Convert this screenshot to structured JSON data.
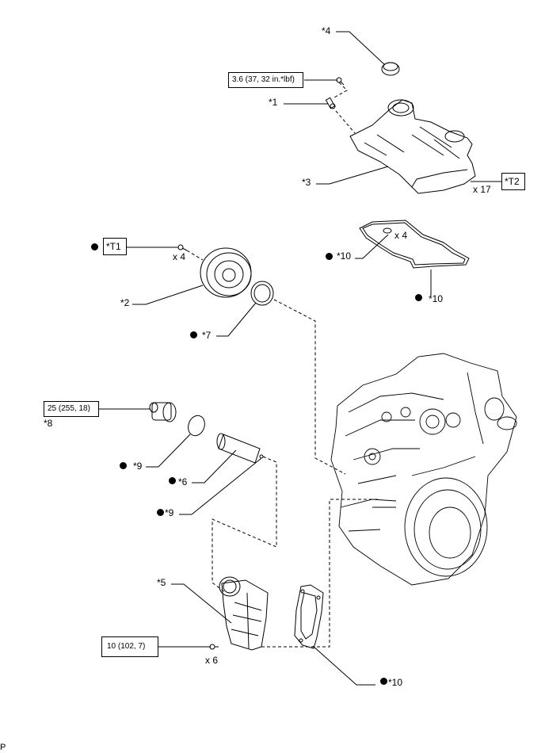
{
  "labels": {
    "p4": "*4",
    "p1": "*1",
    "p3": "*3",
    "pT2": "*T2",
    "p17": "x 17",
    "pT1": "*T1",
    "x4a": "x 4",
    "p2": "*2",
    "p7": "*7",
    "p10a": "*10",
    "x4b": "x 4",
    "p10b": "*10",
    "p8": "*8",
    "p9a": "*9",
    "p6": "*6",
    "p9b": "*9",
    "p5": "*5",
    "x6": "x 6",
    "p10c": "*10",
    "corner": "P"
  },
  "torque": {
    "t1": "3.6 (37, 32 in.*lbf)",
    "t2": "25 (255, 18)",
    "t3": "10 (102, 7)"
  }
}
